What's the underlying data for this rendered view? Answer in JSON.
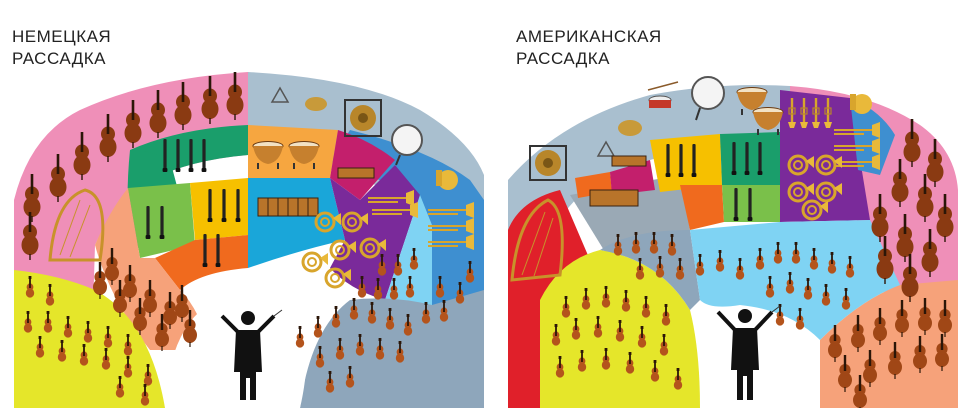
{
  "captions": {
    "left_line1": "НЕМЕЦКАЯ",
    "left_line2": "РАССАДКА",
    "right_line1": "АМЕРИКАНСКАЯ",
    "right_line2": "РАССАДКА"
  },
  "colors": {
    "pink": "#ef8fb8",
    "light_blue": "#7fd3f3",
    "blue_band": "#3e8fd0",
    "grey_blue": "#a9bfcf",
    "slate": "#8ea6bb",
    "yellow": "#e5e62a",
    "salmon": "#f6a27a",
    "green_light": "#7ac04a",
    "green_dark": "#1a9e6b",
    "orange": "#f06a1e",
    "gold": "#f6c000",
    "magenta": "#c31f6c",
    "purple": "#7a2a9a",
    "cyan": "#1aa6d9",
    "red": "#e0202a",
    "sky": "#55b7e8",
    "grey": "#9aa9b5"
  },
  "icons": [
    "violin-icon",
    "cello-icon",
    "double-bass-icon",
    "harp-icon",
    "clarinet-icon",
    "oboe-icon",
    "bassoon-icon",
    "timpani-icon",
    "gong-icon",
    "bass-drum-icon",
    "xylophone-icon",
    "french-horn-icon",
    "trumpet-icon",
    "trombone-icon",
    "tuba-icon",
    "triangle-icon",
    "cymbal-icon",
    "snare-drum-icon",
    "conductor-icon"
  ]
}
